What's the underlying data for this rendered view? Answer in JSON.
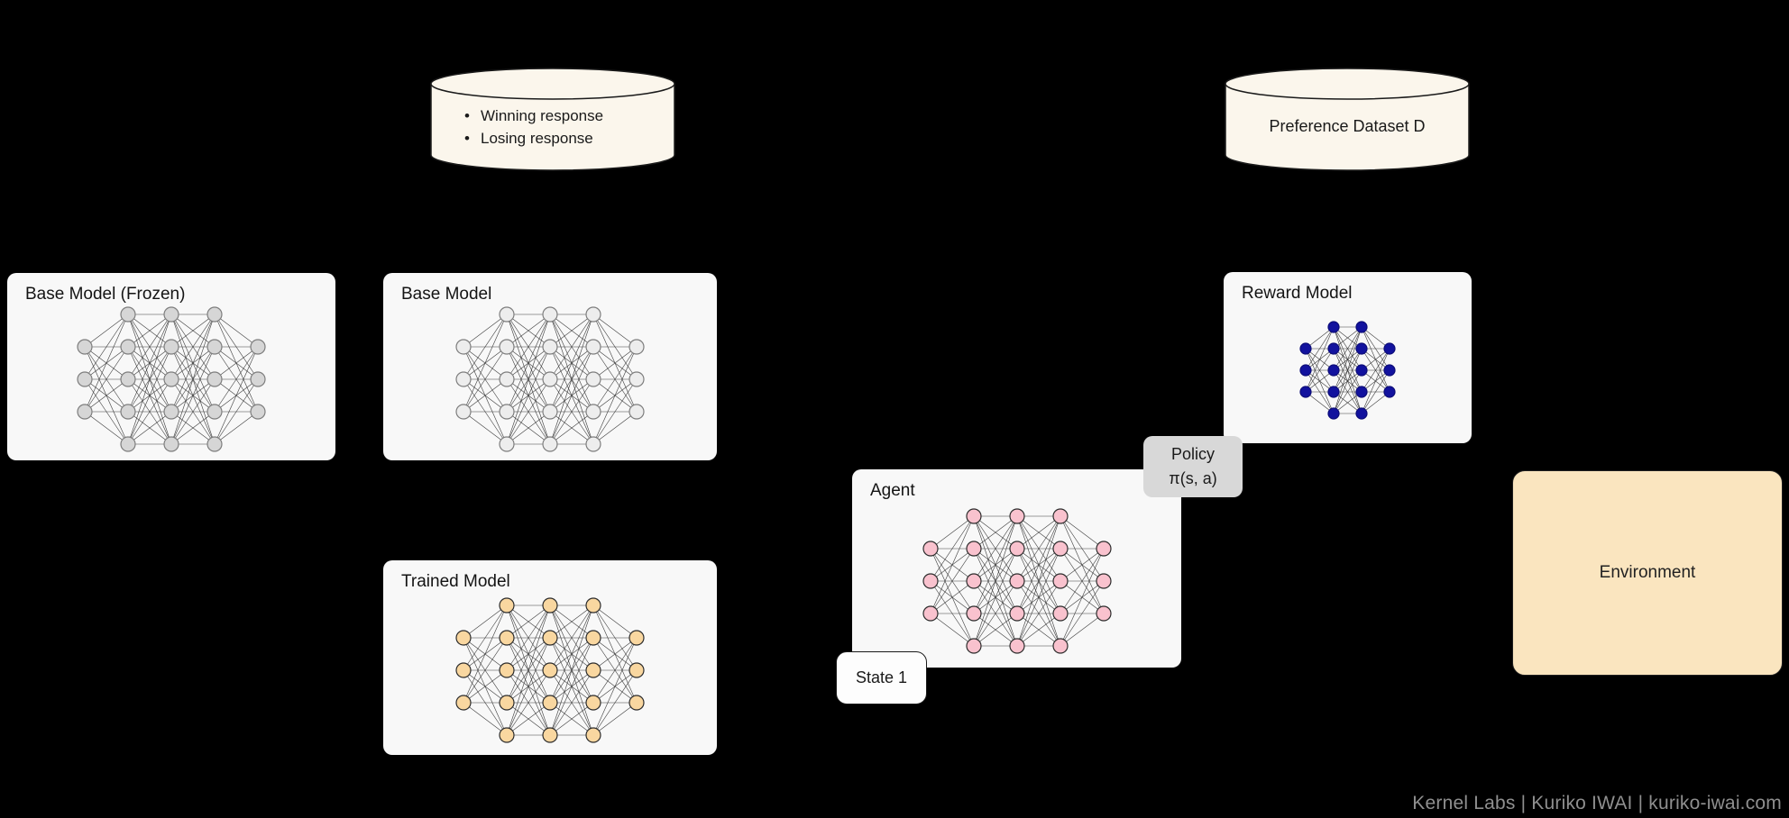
{
  "diagram": {
    "background": "#000000",
    "datasets": {
      "responses": {
        "items": [
          "Winning response",
          "Losing response"
        ],
        "fill": "#fbf6ec",
        "stroke": "#1a1a1a"
      },
      "preference": {
        "label": "Preference Dataset D",
        "fill": "#fbf6ec",
        "stroke": "#1a1a1a"
      }
    },
    "models": {
      "frozen": {
        "label": "Base Model (Frozen)",
        "layers": [
          3,
          5,
          5,
          5,
          3
        ],
        "node_fill": "#d6d6d6",
        "node_stroke": "#7d7d7d",
        "edge_color": "#3c3c3c",
        "r": 8,
        "col_gap": 48,
        "row_gap": 36
      },
      "base": {
        "label": "Base Model",
        "layers": [
          3,
          5,
          5,
          5,
          3
        ],
        "node_fill": "#ededed",
        "node_stroke": "#7d7d7d",
        "edge_color": "#3c3c3c",
        "r": 8,
        "col_gap": 48,
        "row_gap": 36
      },
      "trained": {
        "label": "Trained Model",
        "layers": [
          3,
          5,
          5,
          5,
          3
        ],
        "node_fill": "#f9d7a0",
        "node_stroke": "#2b2b2b",
        "edge_color": "#3c3c3c",
        "r": 8,
        "col_gap": 48,
        "row_gap": 36
      },
      "agent": {
        "label": "Agent",
        "layers": [
          3,
          5,
          5,
          5,
          3
        ],
        "node_fill": "#f9c2ce",
        "node_stroke": "#2b2b2b",
        "edge_color": "#3c3c3c",
        "r": 8,
        "col_gap": 48,
        "row_gap": 36
      },
      "reward": {
        "label": "Reward Model",
        "layers": [
          3,
          5,
          5,
          3
        ],
        "node_fill": "#12129e",
        "node_stroke": "#0c0c78",
        "edge_color": "#3c3c3c",
        "r": 6,
        "col_gap": 31,
        "row_gap": 24
      }
    },
    "environment": {
      "label": "Environment",
      "fill": "#fae5bf"
    },
    "annotations": {
      "policy": {
        "line1": "Policy",
        "line2": "π(s, a)"
      },
      "state": {
        "label": "State 1"
      }
    },
    "footer": {
      "credit": "Kernel Labs | Kuriko IWAI | kuriko-iwai.com"
    }
  }
}
